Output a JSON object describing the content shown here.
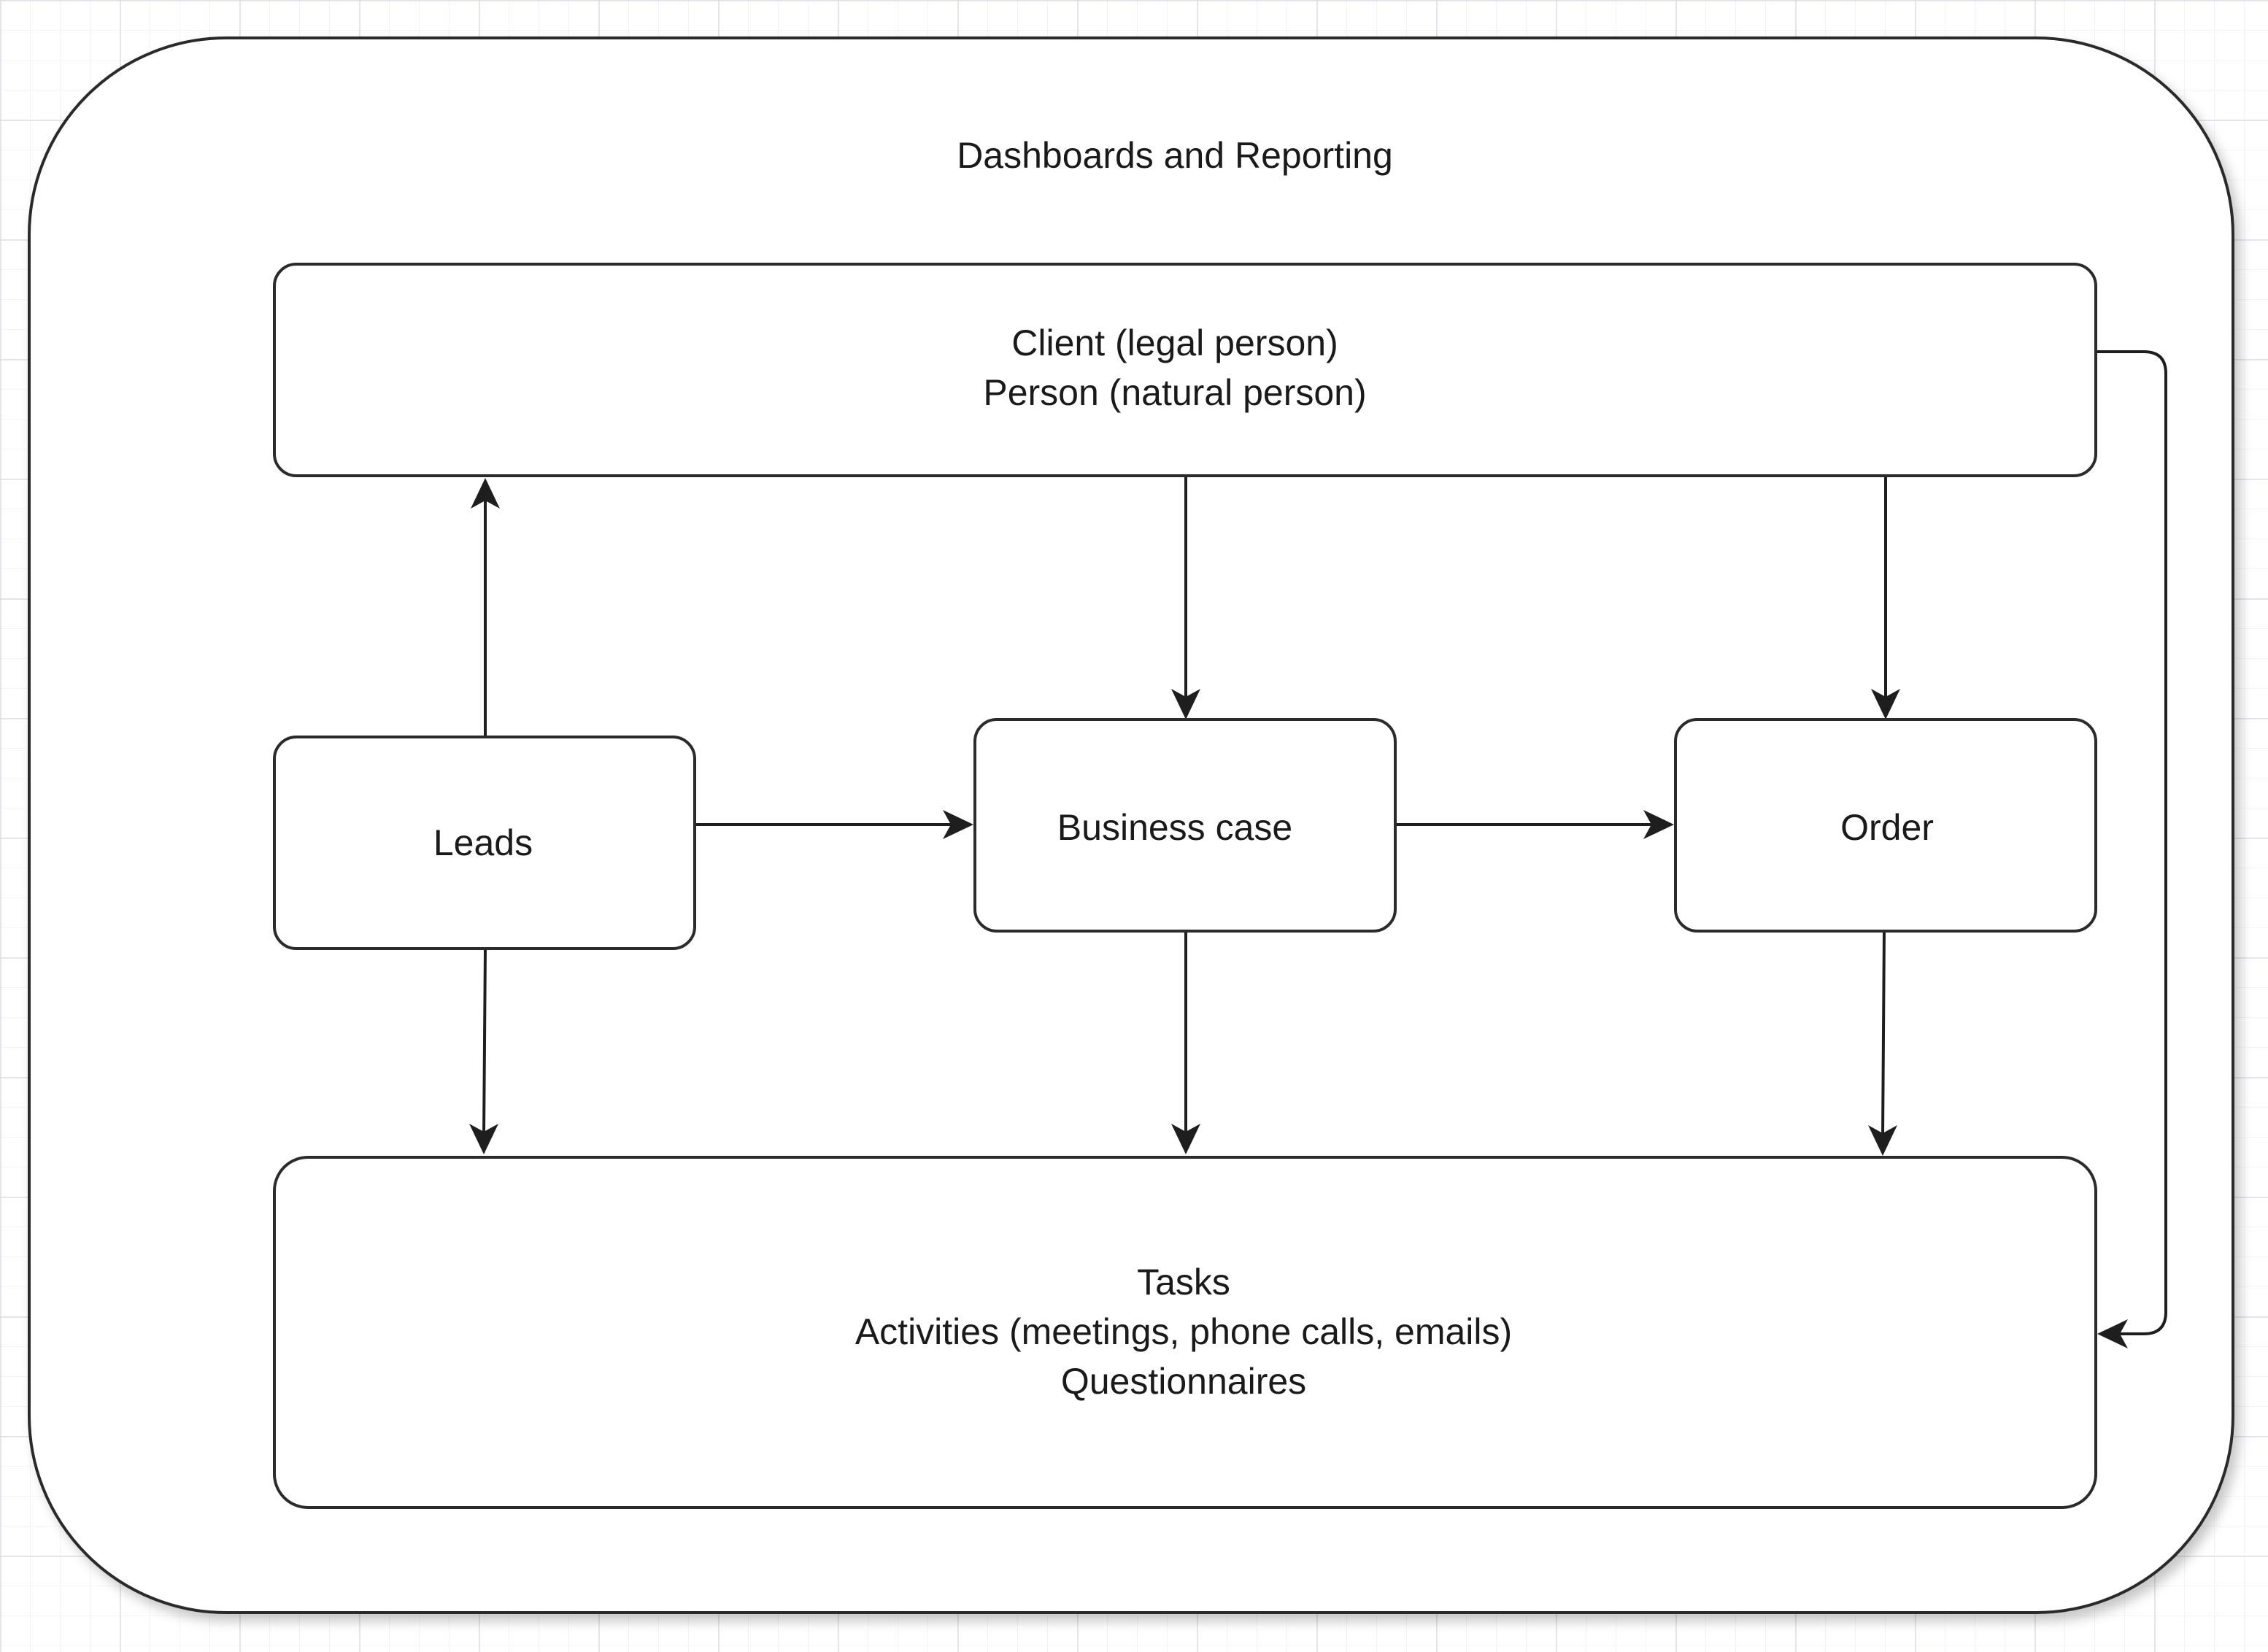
{
  "diagram": {
    "container": {
      "title": "Dashboards and Reporting"
    },
    "nodes": {
      "client": {
        "lines": [
          "Client (legal person)",
          "Person (natural person)"
        ]
      },
      "leads": {
        "label": "Leads"
      },
      "business_case": {
        "label": "Business case"
      },
      "order": {
        "label": "Order"
      },
      "tasks": {
        "lines": [
          "Tasks",
          "Activities (meetings, phone calls, emails)",
          "Questionnaires"
        ]
      }
    },
    "edges": [
      {
        "from": "leads",
        "to": "client"
      },
      {
        "from": "leads",
        "to": "business_case"
      },
      {
        "from": "leads",
        "to": "tasks"
      },
      {
        "from": "client",
        "to": "business_case"
      },
      {
        "from": "client",
        "to": "order"
      },
      {
        "from": "client",
        "to": "tasks"
      },
      {
        "from": "business_case",
        "to": "order"
      },
      {
        "from": "business_case",
        "to": "tasks"
      },
      {
        "from": "order",
        "to": "tasks"
      }
    ]
  }
}
